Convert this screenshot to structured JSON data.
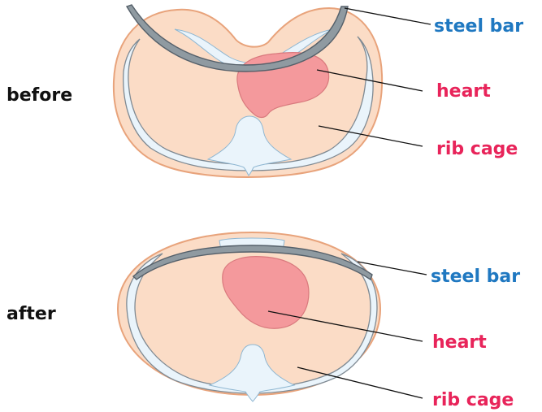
{
  "before": {
    "side_label": "before",
    "steel_bar_label": "steel bar",
    "heart_label": "heart",
    "rib_cage_label": "rib cage"
  },
  "after": {
    "side_label": "after",
    "steel_bar_label": "steel bar",
    "heart_label": "heart",
    "rib_cage_label": "rib cage"
  },
  "colors": {
    "steel_bar_label": "#1f78c1",
    "organ_label": "#e8245a",
    "skin": "#fbdcc6",
    "heart": "#f4999c",
    "steel_bar": "#8f9aa1"
  }
}
